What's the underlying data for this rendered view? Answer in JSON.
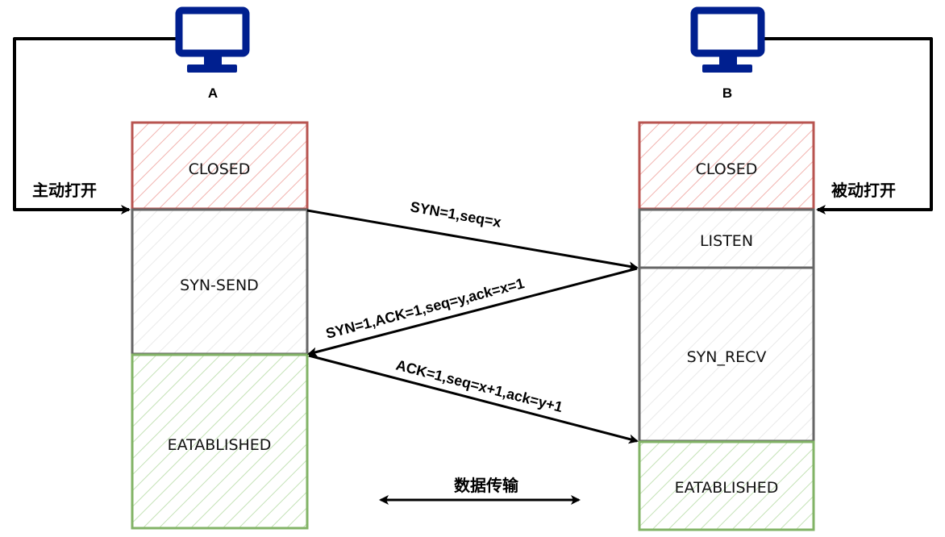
{
  "hosts": {
    "a": {
      "label": "A",
      "icon": "monitor-icon"
    },
    "b": {
      "label": "B",
      "icon": "monitor-icon"
    }
  },
  "loops": {
    "active_open": "主动打开",
    "passive_open": "被动打开"
  },
  "states": {
    "a": [
      {
        "label": "CLOSED",
        "kind": "closed"
      },
      {
        "label": "SYN-SEND",
        "kind": "neutral"
      },
      {
        "label": "EATABLISHED",
        "kind": "established"
      }
    ],
    "b": [
      {
        "label": "CLOSED",
        "kind": "closed"
      },
      {
        "label": "LISTEN",
        "kind": "neutral"
      },
      {
        "label": "SYN_RECV",
        "kind": "neutral"
      },
      {
        "label": "EATABLISHED",
        "kind": "established"
      }
    ]
  },
  "messages": [
    {
      "label": "SYN=1,seq=x",
      "from": "A",
      "to": "B"
    },
    {
      "label": "SYN=1,ACK=1,seq=y,ack=x=1",
      "from": "B",
      "to": "A"
    },
    {
      "label": "ACK=1,seq=x+1,ack=y+1",
      "from": "A",
      "to": "B"
    }
  ],
  "data_transfer": {
    "label": "数据传输",
    "direction": "bidirectional"
  },
  "colors": {
    "closed_stroke": "#b85450",
    "closed_hatch": "#f0a8a4",
    "neutral_stroke": "#666666",
    "neutral_hatch": "#e6e6e6",
    "established_stroke": "#82b366",
    "established_hatch": "#b9dca8",
    "monitor": "#001f8f",
    "arrow": "#000000"
  }
}
